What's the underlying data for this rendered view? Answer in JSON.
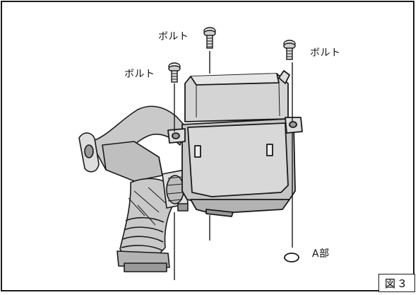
{
  "labels": {
    "bolt_left": "ボルト",
    "bolt_center": "ボルト",
    "bolt_right": "ボルト",
    "part_a": "A部"
  },
  "figure_number": "図３",
  "colors": {
    "line": "#1a1a1a",
    "fill_body": "#c9c9c9",
    "fill_light": "#dedede",
    "fill_dark": "#9a9a9a"
  }
}
